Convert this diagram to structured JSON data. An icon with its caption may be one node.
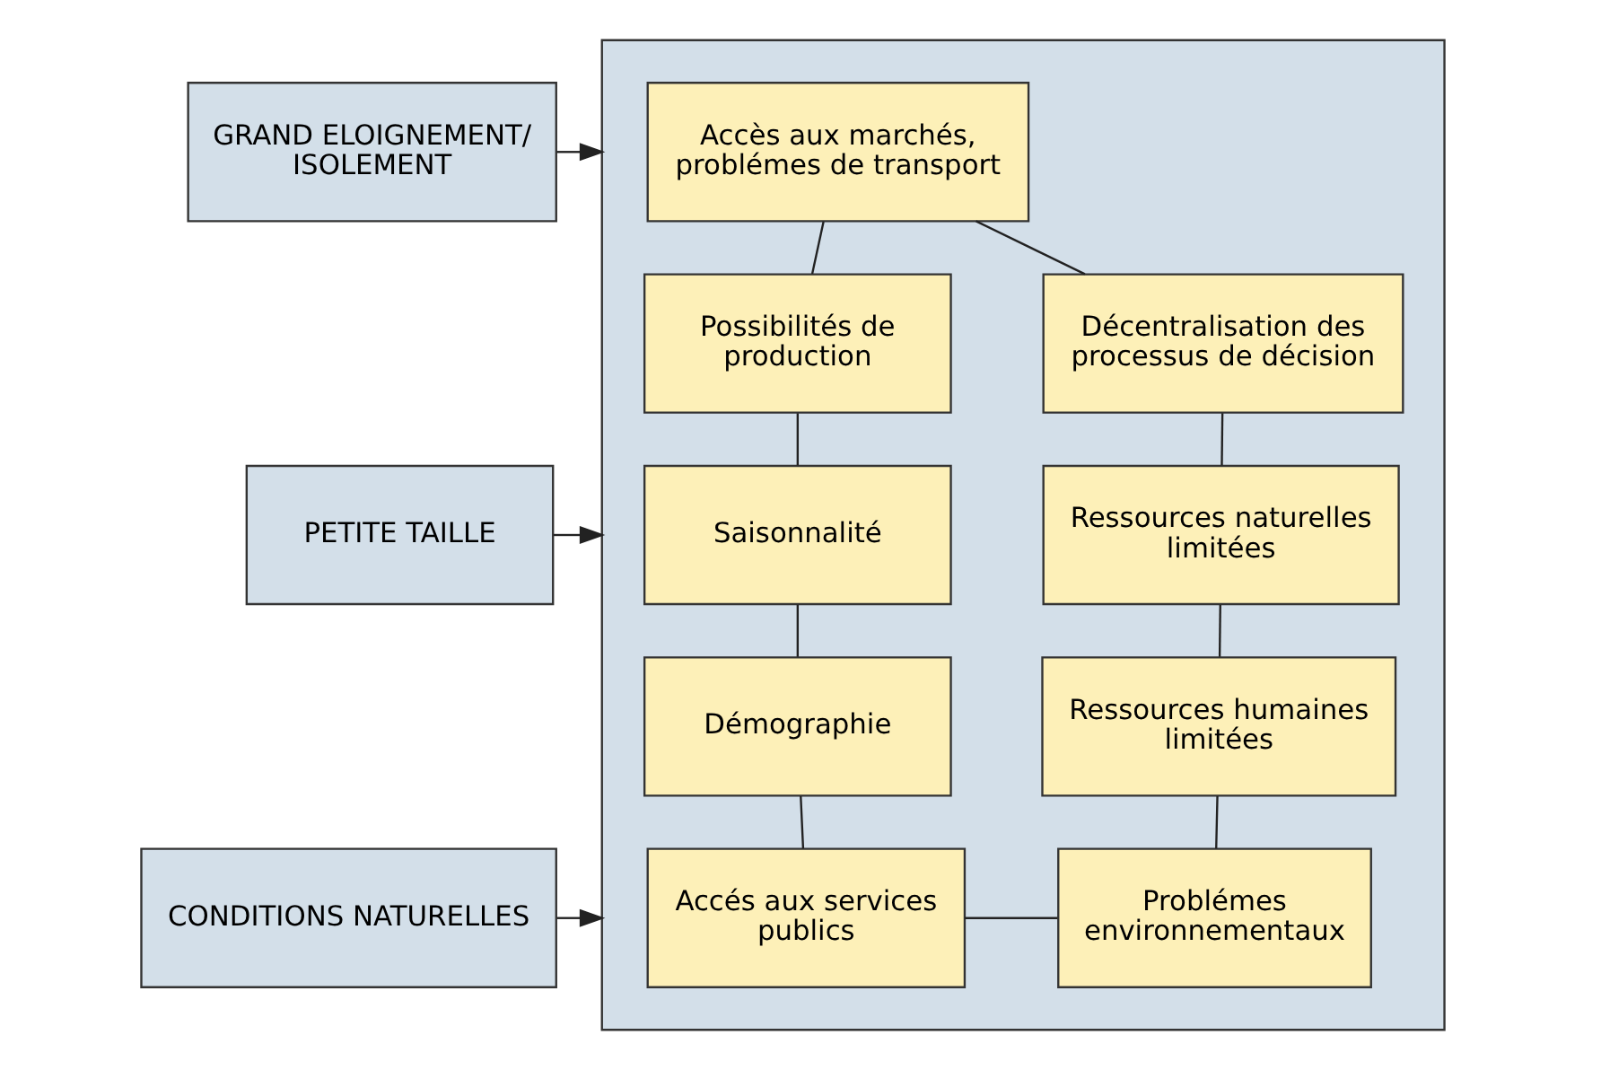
{
  "diagram": {
    "nodes": [
      {
        "text": [
          "GRAND ELOIGNEMENT/ ISOLEMENT"
        ]
      },
      {
        "text": [
          "PETITE TAILLE"
        ]
      },
      {
        "text": [
          "CONDITIONS NATURELLES"
        ]
      },
      {
        "text": [],
        "shape": "box"
      },
      {
        "text": [
          "Accès aux marchés, problémes de transport"
        ],
        "in": 3
      },
      {
        "text": [
          "Possibilités de production"
        ],
        "in": 3
      },
      {
        "text": [
          "Décentralisation des processus de décision"
        ],
        "in": 3
      },
      {
        "text": [
          "Saisonnalité"
        ],
        "in": 3
      },
      {
        "text": [
          "Ressources naturelles limitées"
        ],
        "in": 3
      },
      {
        "text": [
          "Démographie"
        ],
        "in": 3
      },
      {
        "text": [
          "Ressources humaines limitées"
        ],
        "in": 3
      },
      {
        "text": [
          "Accés aux services publics"
        ],
        "in": 3
      },
      {
        "text": [
          "Problémes environnementaux"
        ],
        "in": 3
      }
    ],
    "edges": [
      {
        "from": 0,
        "to": 3,
        "arrow": "to"
      },
      {
        "from": 1,
        "to": 3,
        "arrow": "to"
      },
      {
        "from": 2,
        "to": 3,
        "arrow": "to"
      },
      {
        "from": 4,
        "to": 5,
        "arrow": "none"
      },
      {
        "from": 5,
        "to": 7,
        "arrow": "none"
      },
      {
        "from": 7,
        "to": 9,
        "arrow": "none"
      },
      {
        "from": 9,
        "to": 11,
        "arrow": "none"
      },
      {
        "from": 11,
        "to": 12,
        "arrow": "none"
      },
      {
        "from": 4,
        "to": 6,
        "arrow": "none"
      },
      {
        "from": 6,
        "to": 8,
        "arrow": "none"
      },
      {
        "from": 8,
        "to": 10,
        "arrow": "none"
      },
      {
        "from": 10,
        "to": 12,
        "arrow": "none"
      }
    ]
  }
}
